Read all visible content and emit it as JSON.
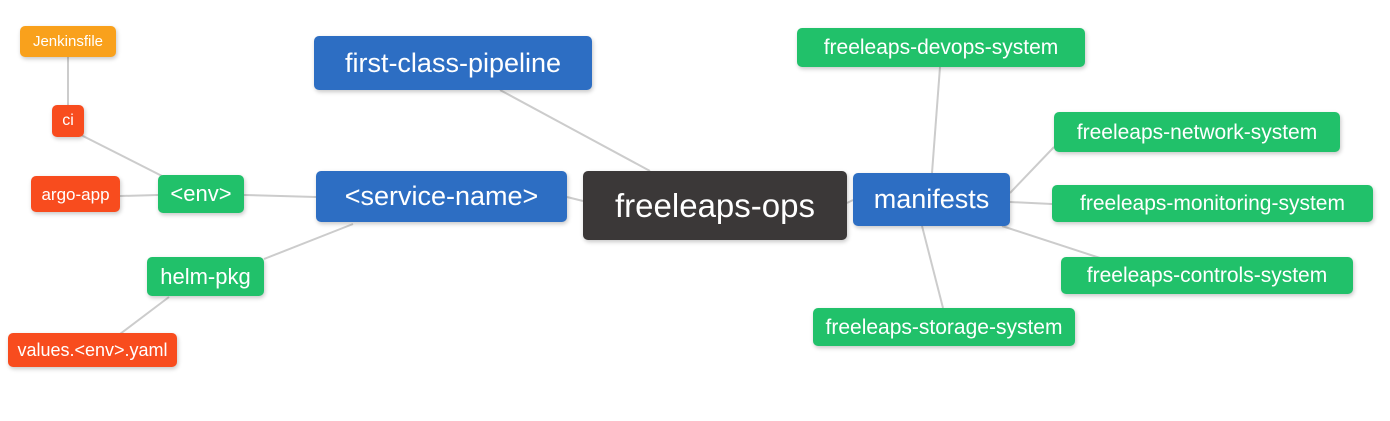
{
  "diagram": {
    "kind": "mind-map",
    "palette": {
      "root_bg": "#3b3838",
      "level2_bg": "#2d6ec3",
      "level3_bg": "#21c16a",
      "amber_bg": "#f9a11c",
      "red_orange_bg": "#f84c1e",
      "edge_color": "#cccccc",
      "text_color": "#ffffff",
      "background": "#ffffff"
    },
    "nodes": {
      "root": {
        "label": "freeleaps-ops"
      },
      "first_class_pipeline": {
        "label": "first-class-pipeline"
      },
      "service_name": {
        "label": "<service-name>"
      },
      "env": {
        "label": "<env>"
      },
      "ci": {
        "label": "ci"
      },
      "jenkinsfile": {
        "label": "Jenkinsfile"
      },
      "argo_app": {
        "label": "argo-app"
      },
      "helm_pkg": {
        "label": "helm-pkg"
      },
      "values_env_yaml": {
        "label": "values.<env>.yaml"
      },
      "manifests": {
        "label": "manifests"
      },
      "devops_system": {
        "label": "freeleaps-devops-system"
      },
      "network_system": {
        "label": "freeleaps-network-system"
      },
      "monitoring_system": {
        "label": "freeleaps-monitoring-system"
      },
      "controls_system": {
        "label": "freeleaps-controls-system"
      },
      "storage_system": {
        "label": "freeleaps-storage-system"
      }
    }
  }
}
